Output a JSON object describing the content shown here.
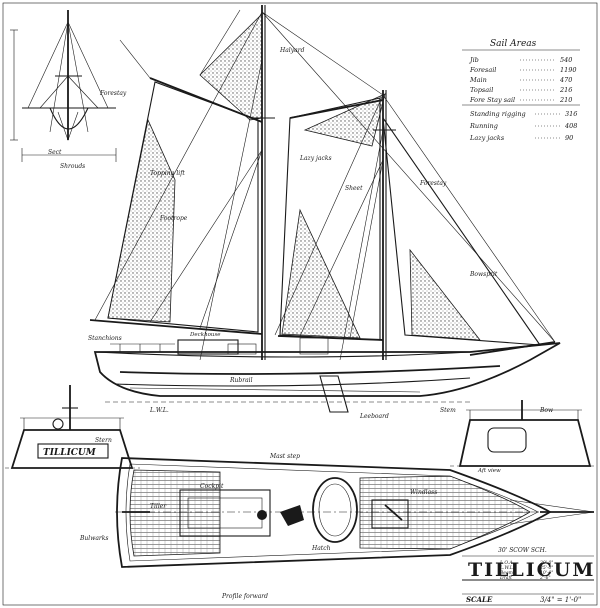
{
  "drawing": {
    "title": "TILLICUM",
    "subtitle": "30' SCOW SCH.",
    "scale_label": "SCALE",
    "scale_value": "3/4\" = 1'-0\"",
    "ink_color": "#1a1a1a",
    "paper_color": "#ffffff"
  },
  "sail_areas": {
    "heading": "Sail Areas",
    "rows": [
      {
        "name": "Jib",
        "value": "540"
      },
      {
        "name": "Foresail",
        "value": "1190"
      },
      {
        "name": "Main",
        "value": "470"
      },
      {
        "name": "Topsail",
        "value": "216"
      },
      {
        "name": "Fore Stay sail",
        "value": "210"
      }
    ],
    "rigging": [
      {
        "name": "Standing rigging",
        "value": "316"
      },
      {
        "name": "Running",
        "value": "408"
      },
      {
        "name": "Lazy jacks",
        "value": "90"
      }
    ]
  },
  "particulars": [
    {
      "name": "L.O.A.",
      "value": "30'-0\""
    },
    {
      "name": "L.W.L.",
      "value": "25'-0\""
    },
    {
      "name": "Beam",
      "value": "10'-0\""
    },
    {
      "name": "Draft",
      "value": "2'-6\""
    }
  ],
  "views": {
    "transom_name": "TILLICUM",
    "stern_label": "Stern",
    "bow_label": "Bow",
    "section_label": "Sect",
    "stem_label": "Stem"
  },
  "notes": {
    "lazy_jacks": "Lazy jacks",
    "halyard": "Halyard",
    "sheet": "Sheet",
    "topping_lift": "Topping lift",
    "footrope": "Footrope",
    "bulwarks": "Bulwarks",
    "rubrail": "Rubrail",
    "leeboard": "Leeboard",
    "deckhouse": "Deckhouse",
    "hatch": "Hatch",
    "cockpit": "Cockpit",
    "tiller": "Tiller",
    "bowsprit": "Bowsprit",
    "windlass": "Windlass",
    "forestay": "Forestay",
    "shrouds": "Shrouds",
    "stanchions": "Stanchions",
    "mast_step": "Mast step",
    "waterline": "L.W.L.",
    "forward_view": "Profile forward",
    "aft_view": "Aft view"
  }
}
